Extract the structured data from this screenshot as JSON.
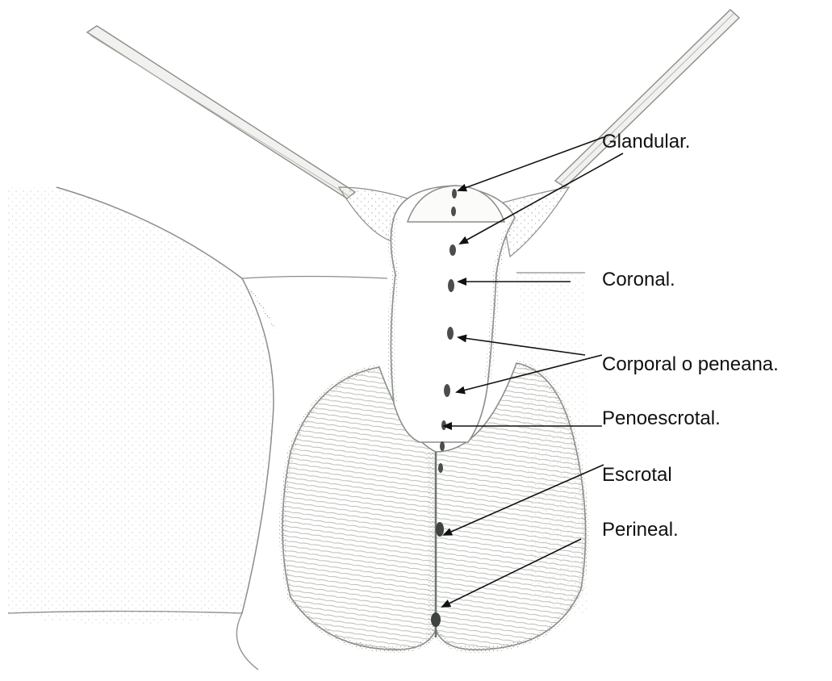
{
  "labels": {
    "glandular": "Glandular.",
    "coronal": "Coronal.",
    "corporal": "Corporal o  peneana.",
    "penoescrotal": "Penoescrotal.",
    "escrotal": "Escrotal",
    "perineal": "Perineal."
  },
  "colors": {
    "ink": "#111111",
    "pencil": "#8a8f88",
    "stipple": "#9aa097",
    "meatus": "#4a4f49"
  }
}
